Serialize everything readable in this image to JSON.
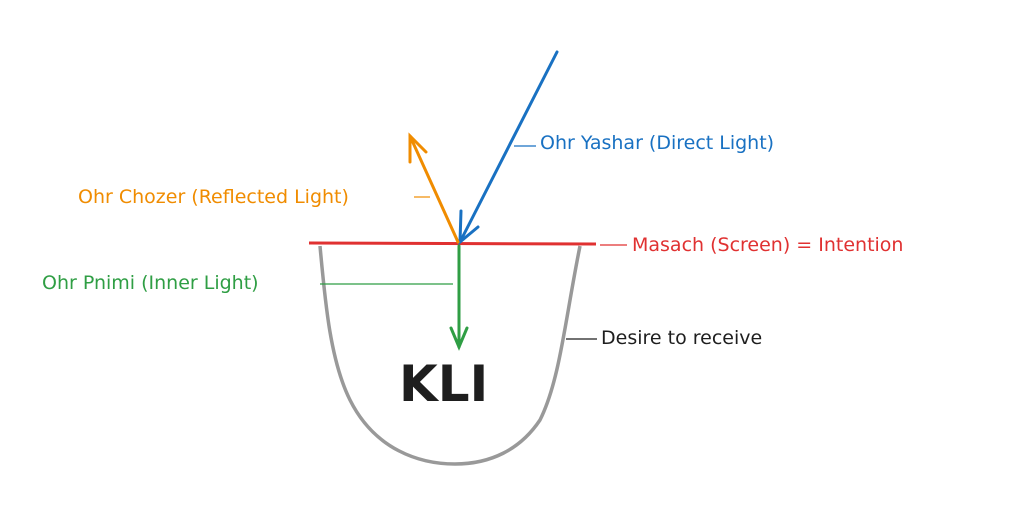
{
  "colors": {
    "direct": "#1971c2",
    "reflected": "#f08c00",
    "inner": "#2f9e44",
    "screen": "#e03131",
    "vessel": "#999999",
    "text": "#1e1e1e"
  },
  "labels": {
    "direct": "Ohr Yashar (Direct Light)",
    "reflected": "Ohr Chozer (Reflected Light)",
    "screen": "Masach (Screen) = Intention",
    "inner": "Ohr Pnimi (Inner Light)",
    "desire": "Desire to receive",
    "kli": "KLI"
  }
}
